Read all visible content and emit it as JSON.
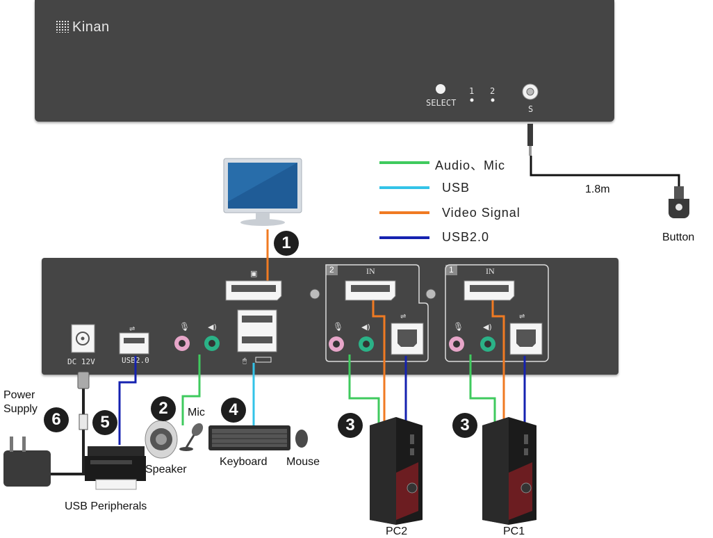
{
  "front_panel": {
    "brand": "Kinan",
    "select_label": "SELECT",
    "led_1": "1",
    "led_2": "2",
    "port_s": "S"
  },
  "cable_length": "1.8m",
  "button_label": "Button",
  "legend": [
    {
      "label": "Audio、Mic",
      "color": "#3fca5e"
    },
    {
      "label": "USB",
      "color": "#33c3e8"
    },
    {
      "label": "Video Signal",
      "color": "#f07a22"
    },
    {
      "label": "USB2.0",
      "color": "#1522b0"
    }
  ],
  "rear_panel": {
    "dc_label": "DC 12V",
    "usb_label": "USB2.0",
    "port_group_2": {
      "number": "2",
      "in_label": "IN"
    },
    "port_group_1": {
      "number": "1",
      "in_label": "IN"
    }
  },
  "badges": [
    "1",
    "2",
    "3",
    "4",
    "5",
    "6",
    "3"
  ],
  "labels": {
    "power_supply_1": "Power",
    "power_supply_2": "Supply",
    "mic": "Mic",
    "speaker": "Speaker",
    "keyboard": "Keyboard",
    "mouse": "Mouse",
    "usb_peripherals": "USB Peripherals",
    "pc2": "PC2",
    "pc1": "PC1"
  }
}
